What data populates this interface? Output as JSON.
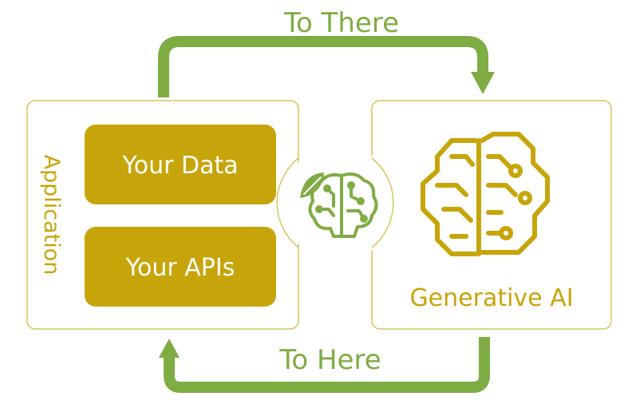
{
  "flow": {
    "top_label": "To There",
    "bottom_label": "To Here"
  },
  "application": {
    "label": "Application",
    "items": [
      {
        "label": "Your Data"
      },
      {
        "label": "Your APIs"
      }
    ]
  },
  "generative_ai": {
    "label": "Generative AI"
  },
  "icons": {
    "center": "brain-leaf-icon",
    "right": "circuit-brain-icon"
  },
  "colors": {
    "arrow_green": "#7fac43",
    "gold": "#c7a50a",
    "box_border": "#d9c45a",
    "text_on_gold": "#ffffff"
  }
}
